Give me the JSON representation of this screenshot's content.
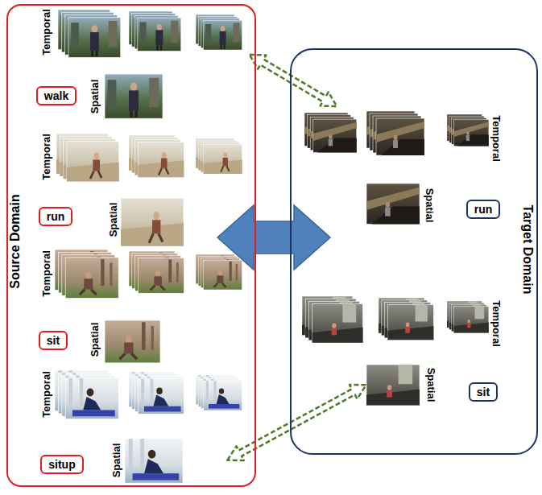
{
  "diagram": {
    "nodes": [
      {
        "text": [
          "Source Domain"
        ]
      },
      {
        "text": [
          "walk"
        ],
        "in": 0
      },
      {
        "text": [
          "run"
        ],
        "in": 0
      },
      {
        "text": [
          "sit"
        ],
        "in": 0
      },
      {
        "text": [
          "situp"
        ],
        "in": 0
      },
      {
        "text": [
          "Target Domain"
        ]
      },
      {
        "text": [
          "run"
        ],
        "in": 5
      },
      {
        "text": [
          "sit"
        ],
        "in": 5
      }
    ],
    "edges": [
      {
        "from": 0,
        "to": 5,
        "arrow": "both"
      }
    ],
    "labels": [
      "Temporal",
      "Spatial",
      "Temporal",
      "Spatial",
      "Temporal",
      "Spatial",
      "Temporal",
      "Spatial",
      "Temporal",
      "Spatial",
      "Temporal",
      "Spatial"
    ]
  }
}
